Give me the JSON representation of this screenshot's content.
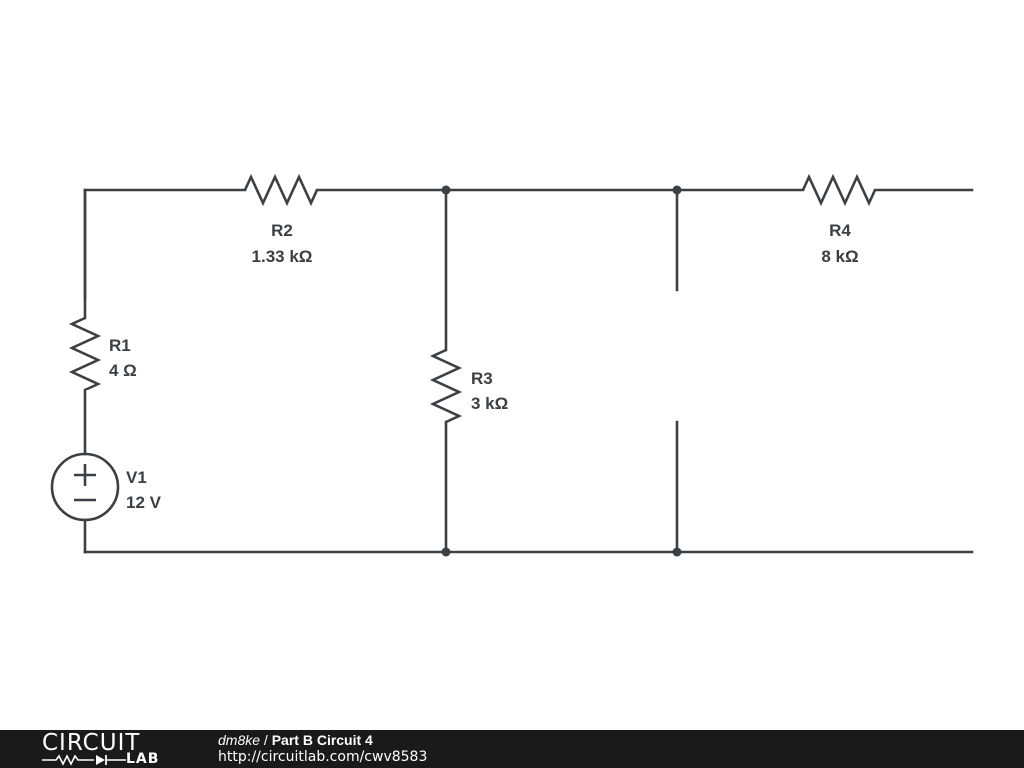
{
  "components": {
    "r1": {
      "name": "R1",
      "value": "4 Ω"
    },
    "r2": {
      "name": "R2",
      "value": "1.33 kΩ"
    },
    "r3": {
      "name": "R3",
      "value": "3 kΩ"
    },
    "r4": {
      "name": "R4",
      "value": "8 kΩ"
    },
    "v1": {
      "name": "V1",
      "value": "12 V"
    }
  },
  "footer": {
    "logo_top": "CIRCUIT",
    "logo_bottom": "LAB",
    "author": "dm8ke",
    "separator": " / ",
    "title": "Part B Circuit 4",
    "url": "http://circuitlab.com/cwv8583"
  },
  "colors": {
    "wire": "#3b4045",
    "footer_bg": "#1a1a1a"
  }
}
